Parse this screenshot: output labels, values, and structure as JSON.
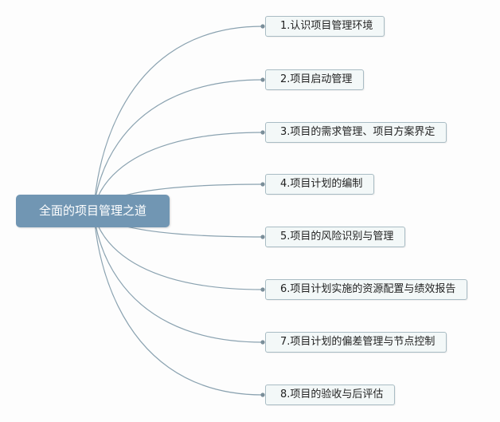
{
  "root": {
    "label": "全面的项目管理之道"
  },
  "children": [
    {
      "label": "1.认识项目管理环境"
    },
    {
      "label": "2.项目启动管理"
    },
    {
      "label": "3.项目的需求管理、项目方案界定"
    },
    {
      "label": "4.项目计划的编制"
    },
    {
      "label": "5.项目的风险识别与管理"
    },
    {
      "label": "6.项目计划实施的资源配置与绩效报告"
    },
    {
      "label": "7.项目计划的偏差管理与节点控制"
    },
    {
      "label": "8.项目的验收与后评估"
    }
  ],
  "colors": {
    "root_fill": "#7196b3",
    "branch_line": "#8aa2b0",
    "node_fill": "#f3f8f8",
    "node_border": "#a9bcc4"
  }
}
